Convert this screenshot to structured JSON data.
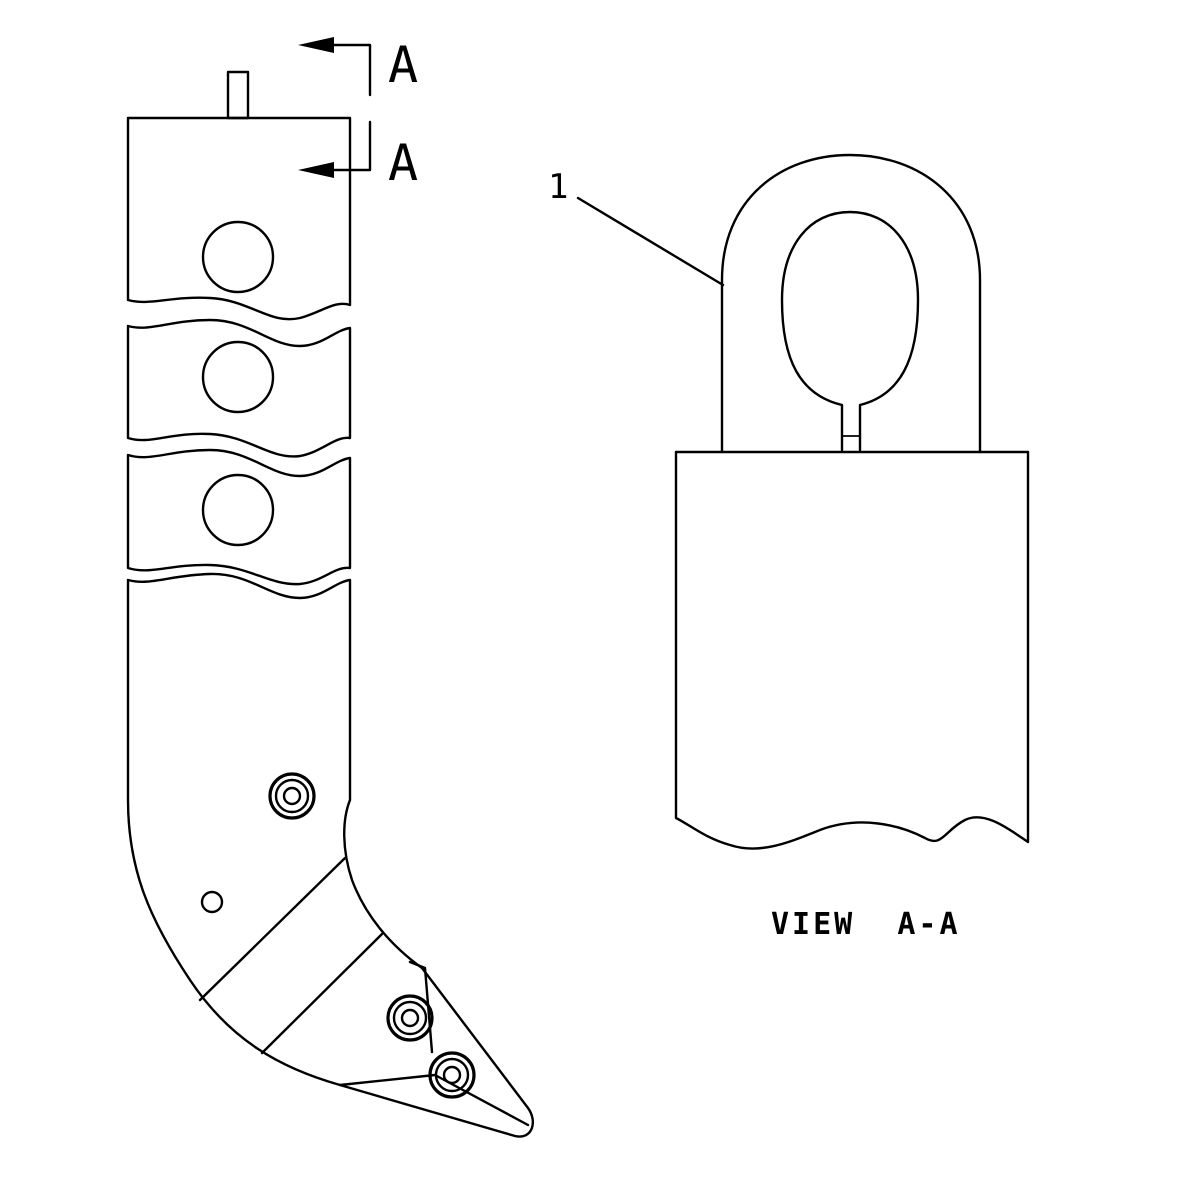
{
  "section_marker_top": "A",
  "section_marker_bottom": "A",
  "callout_number": "1",
  "view_caption": "VIEW  A-A",
  "stroke_color": "#000000",
  "background_color": "#ffffff"
}
